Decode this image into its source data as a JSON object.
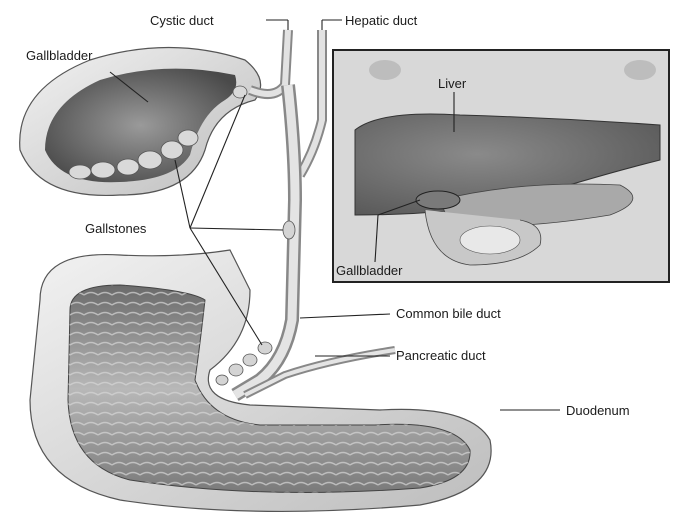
{
  "labels": {
    "cystic_duct": "Cystic duct",
    "hepatic_duct": "Hepatic duct",
    "gallbladder": "Gallbladder",
    "gallstones": "Gallstones",
    "common_bile_duct": "Common bile duct",
    "pancreatic_duct": "Pancreatic duct",
    "duodenum": "Duodenum"
  },
  "inset": {
    "liver": "Liver",
    "gallbladder": "Gallbladder"
  }
}
